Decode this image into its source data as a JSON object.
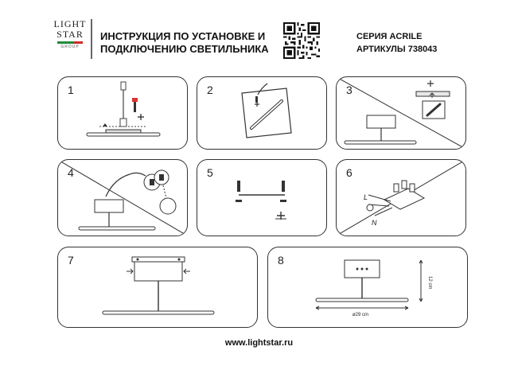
{
  "logo": {
    "line1": "LIGHT",
    "line2": "STAR",
    "line3": "GROUP"
  },
  "header": {
    "title_line1": "ИНСТРУКЦИЯ ПО УСТАНОВКЕ И",
    "title_line2": "ПОДКЛЮЧЕНИЮ СВЕТИЛЬНИКА",
    "series": "СЕРИЯ ACRILE",
    "articles": "АРТИКУЛЫ 738043"
  },
  "steps": [
    {
      "number": "1"
    },
    {
      "number": "2"
    },
    {
      "number": "3"
    },
    {
      "number": "4"
    },
    {
      "number": "5"
    },
    {
      "number": "6"
    },
    {
      "number": "7"
    },
    {
      "number": "8"
    }
  ],
  "wiring": {
    "live": "L",
    "neutral": "N"
  },
  "dimensions": {
    "diameter": "ø29 cm",
    "height": "12 cm"
  },
  "footer": {
    "url": "www.lightstar.ru"
  }
}
